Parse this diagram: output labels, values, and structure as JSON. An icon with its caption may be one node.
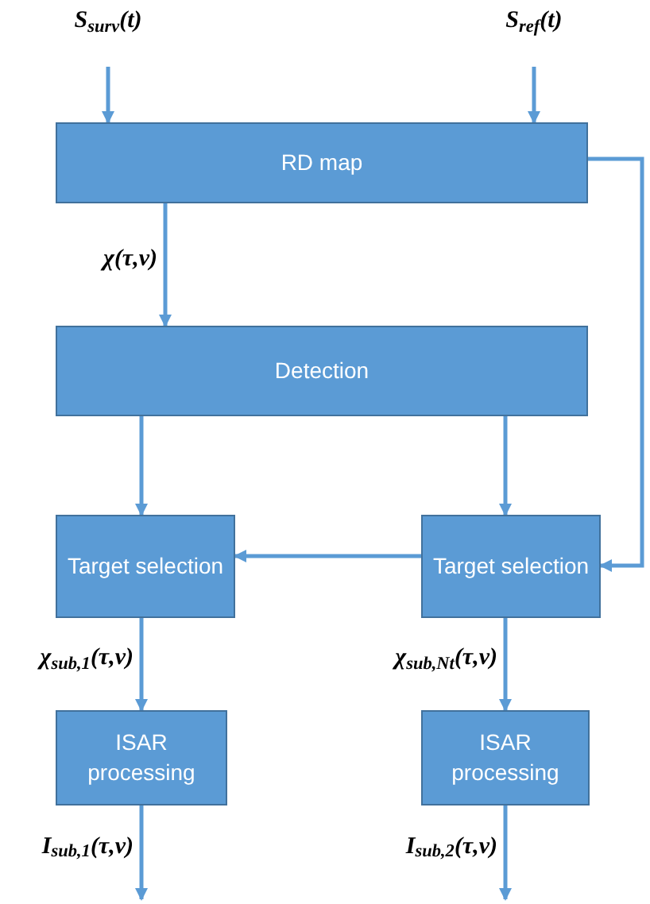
{
  "diagram": {
    "nodes": [
      {
        "text": [
          "RD map"
        ]
      },
      {
        "text": [
          "Detection"
        ]
      },
      {
        "text": [
          "Target selection"
        ]
      },
      {
        "text": [
          "Target selection"
        ]
      },
      {
        "text": [
          "ISAR processing"
        ]
      },
      {
        "text": [
          "ISAR processing"
        ]
      }
    ],
    "edges": [
      {
        "from": null,
        "to": 0,
        "arrow": "to",
        "label": "S$_{surv}$(t)"
      },
      {
        "from": null,
        "to": 0,
        "arrow": "to",
        "label": "S$_{ref}$(t)"
      },
      {
        "from": 0,
        "to": 1,
        "arrow": "to",
        "label": "χ(τ,ν)"
      },
      {
        "from": 1,
        "to": 2,
        "arrow": "to"
      },
      {
        "from": 1,
        "to": 3,
        "arrow": "to"
      },
      {
        "from": 0,
        "to": 3,
        "arrow": "to"
      },
      {
        "from": 3,
        "to": 2,
        "arrow": "to"
      },
      {
        "from": 2,
        "to": 4,
        "arrow": "to",
        "label": "χ$_{sub,1}$(τ,ν)"
      },
      {
        "from": 3,
        "to": 5,
        "arrow": "to",
        "label": "χ$_{sub,Nt}$(τ,ν)"
      },
      {
        "from": 4,
        "to": null,
        "arrow": "to",
        "label": "I$_{sub,1}$(τ,ν)"
      },
      {
        "from": 5,
        "to": null,
        "arrow": "to",
        "label": "I$_{sub,2}$(τ,ν)"
      }
    ]
  }
}
